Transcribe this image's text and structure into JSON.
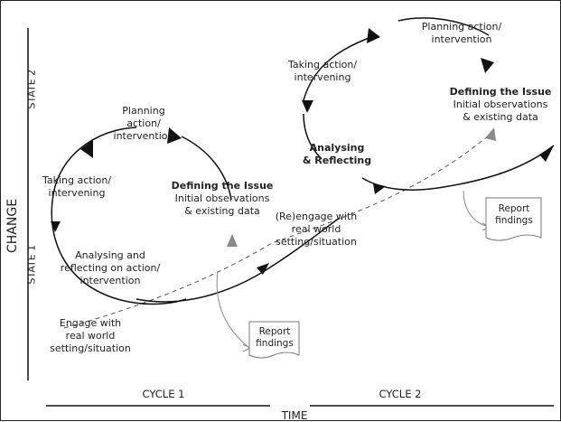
{
  "axes": {
    "change": "CHANGE",
    "state1": "STATE 1",
    "state2": "STATE 2",
    "time": "TIME",
    "cycle1": "CYCLE 1",
    "cycle2": "CYCLE 2"
  },
  "cycle1": {
    "planning": [
      "Planning",
      "action/",
      "intervention"
    ],
    "taking": [
      "Taking action/",
      "intervening"
    ],
    "defining_title": "Defining the Issue",
    "defining_lines": [
      "Initial observations",
      "& existing data"
    ],
    "analysing": [
      "Analysing and",
      "reflecting on action/",
      "intervention"
    ],
    "engage": [
      "Engage with",
      "real world",
      "setting/situation"
    ],
    "report": [
      "Report",
      "findings"
    ]
  },
  "cycle2": {
    "planning": [
      "Planning action/",
      "intervention"
    ],
    "taking": [
      "Taking action/",
      "intervening"
    ],
    "defining_title": "Defining the Issue",
    "defining_lines": [
      "Initial observations",
      "& existing data"
    ],
    "analysing_title": [
      "Analysing",
      "& Reflecting"
    ],
    "reengage": [
      "(Re)engage with",
      "real world",
      "setting/situation"
    ],
    "report": [
      "Report",
      "findings"
    ]
  },
  "colors": {
    "line": "#111111",
    "dashed": "#555555",
    "grey_arrow": "#8a8a8a"
  }
}
